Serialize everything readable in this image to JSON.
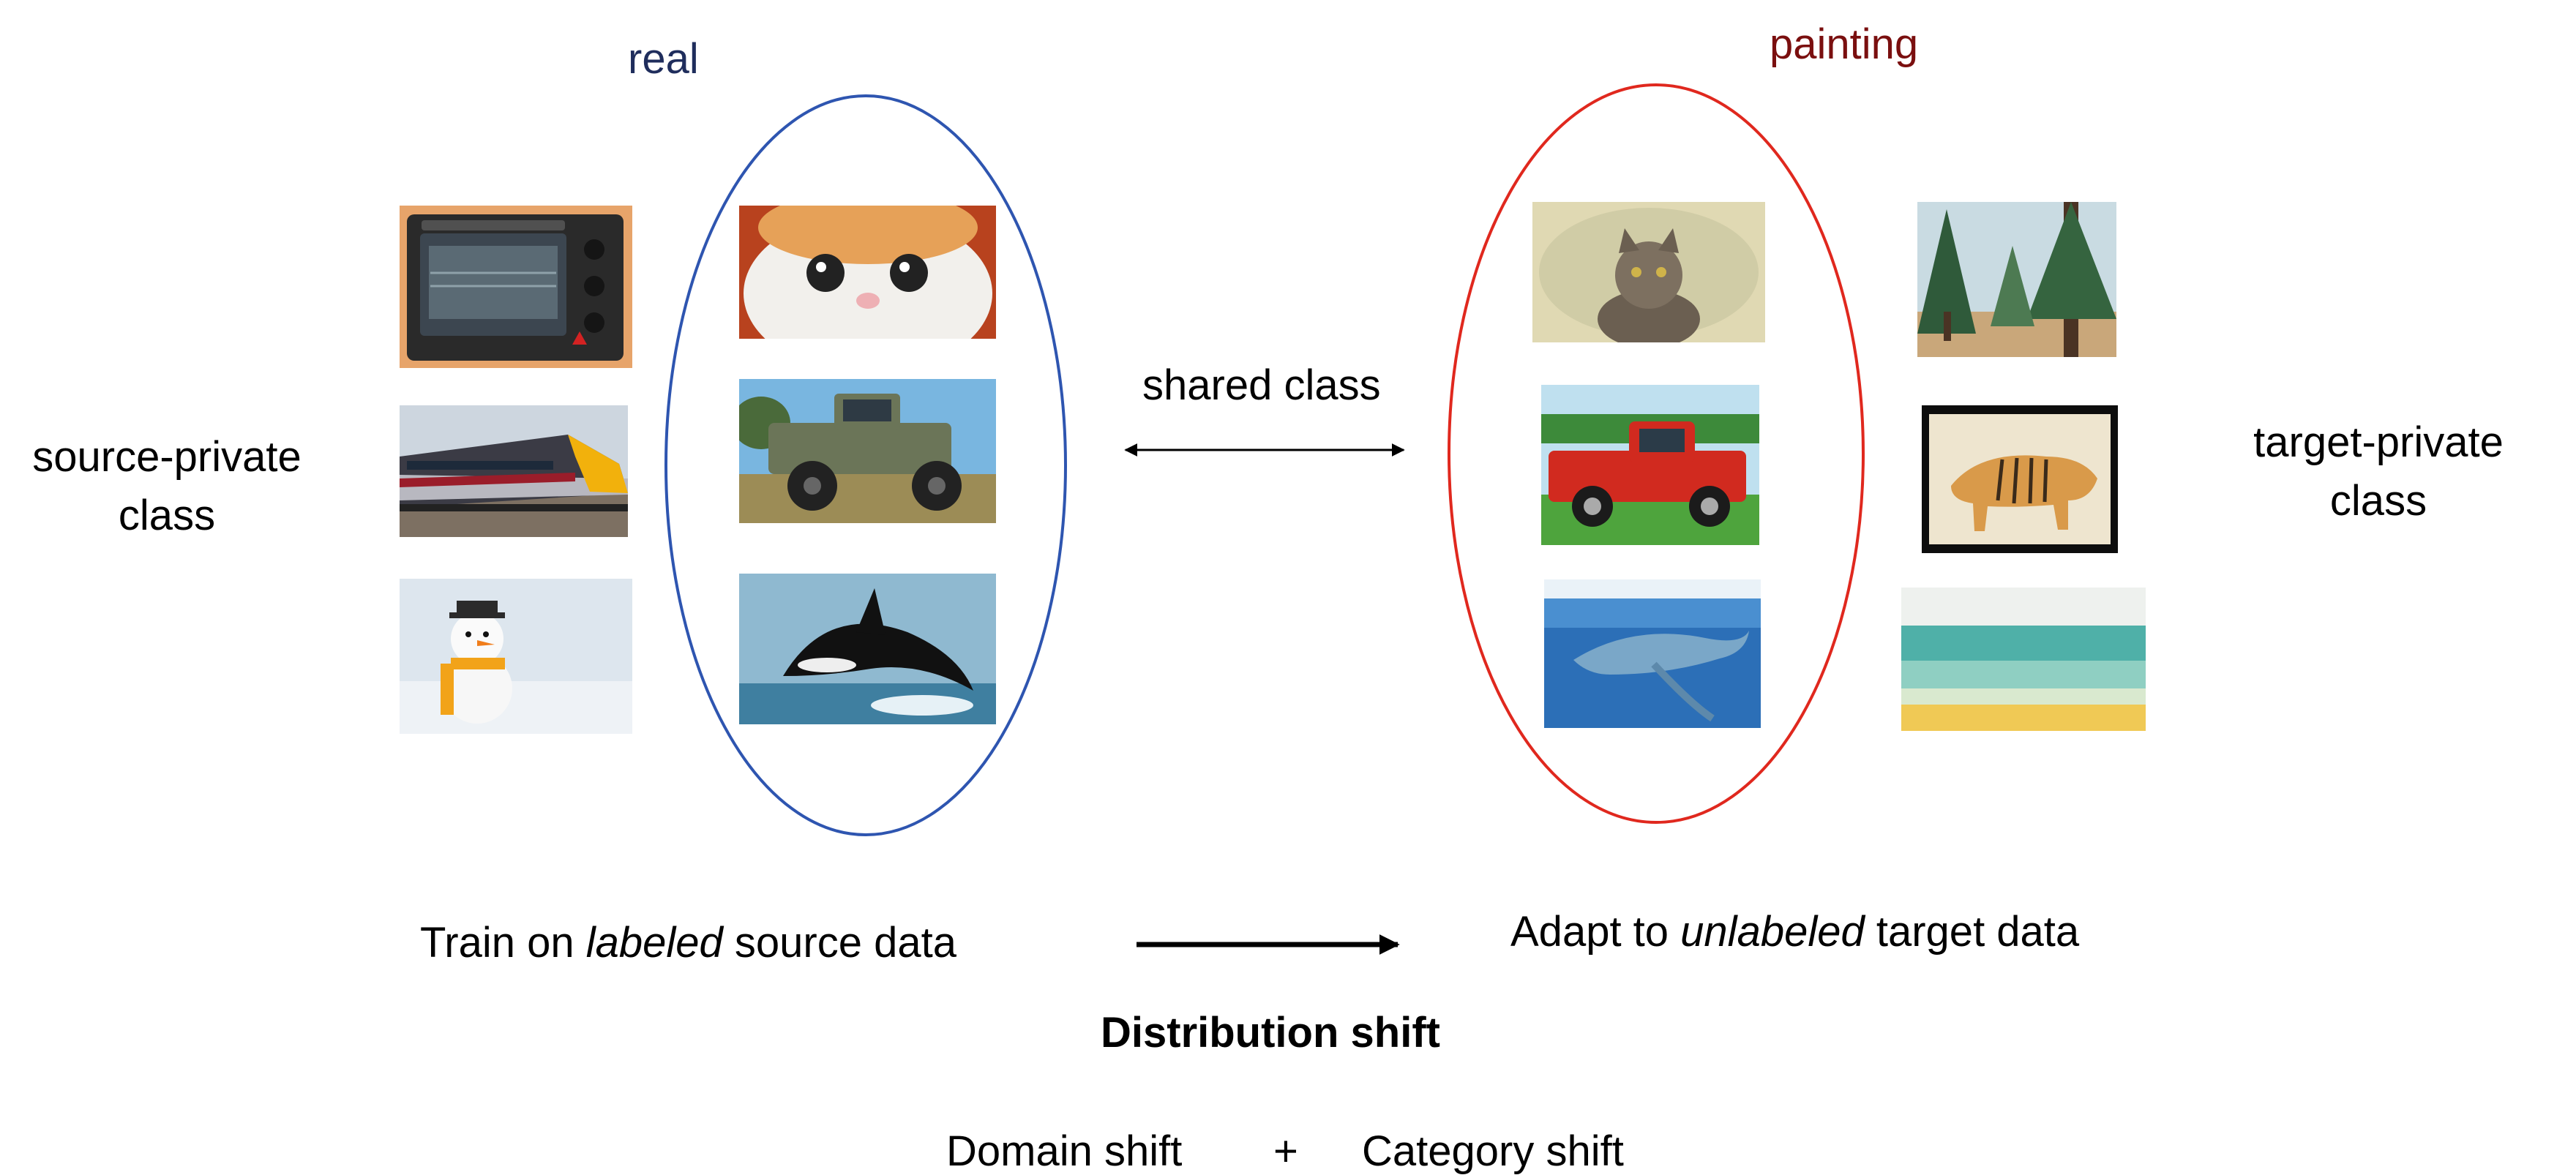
{
  "source": {
    "domain_label": "real",
    "private_label_line1": "source-private",
    "private_label_line2": "class",
    "private_images": [
      "toaster-oven",
      "train",
      "snowman"
    ],
    "shared_images": [
      "cat",
      "pickup-truck",
      "orca"
    ]
  },
  "target": {
    "domain_label": "painting",
    "private_label_line1": "target-private",
    "private_label_line2": "class",
    "shared_images": [
      "cat-painting",
      "red-truck-painting",
      "whale-painting"
    ],
    "private_images": [
      "forest-painting",
      "tiger-painting",
      "beach-painting"
    ]
  },
  "shared_label": "shared class",
  "train": {
    "prefix": "Train on ",
    "emphasis": "labeled",
    "suffix": " source data"
  },
  "adapt": {
    "prefix": "Adapt to ",
    "emphasis": "unlabeled",
    "suffix": " target data"
  },
  "distribution_shift": "Distribution shift",
  "equation": {
    "left": "Domain shift",
    "op": "+",
    "right": "Category shift"
  },
  "colors": {
    "source_ellipse": "#2e55b0",
    "target_ellipse": "#e0281e",
    "real_text": "#1f2d5c",
    "painting_text": "#7a0f0f"
  }
}
